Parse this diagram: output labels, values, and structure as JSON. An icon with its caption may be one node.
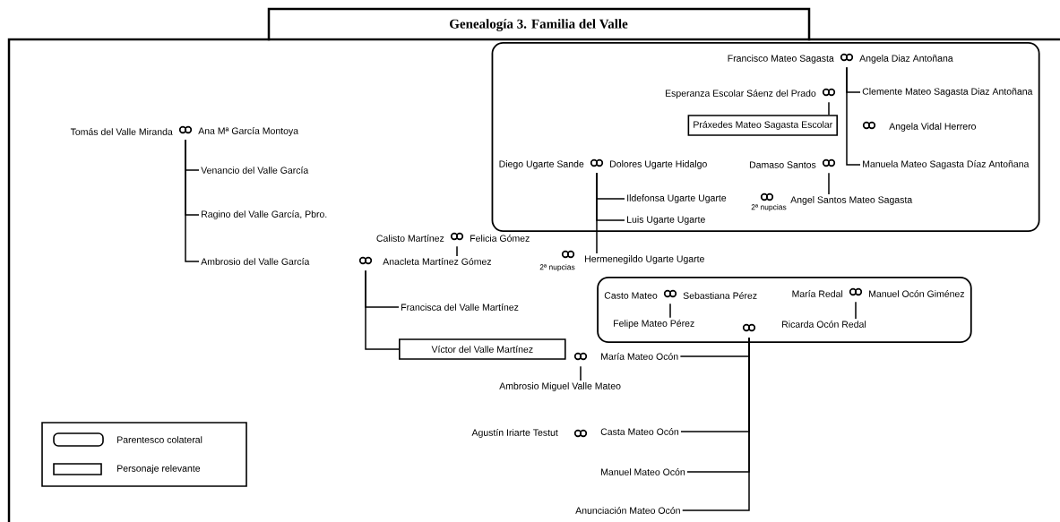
{
  "diagram": {
    "title": "Genealogía 3. Familia del Valle",
    "nodes": [
      {
        "text": [],
        "shape": "box"
      },
      {
        "text": [],
        "shape": "rings",
        "in": 0,
        "beside": [
          "Francisco Mateo Sagasta",
          "Angela Diaz Antoñana"
        ]
      },
      {
        "text": [
          "Clemente Mateo Sagasta Diaz Antoñana"
        ],
        "in": 0
      },
      {
        "text": [],
        "shape": "rings",
        "in": 0,
        "beside": [
          "Esperanza Escolar Sáenz del Prado"
        ]
      },
      {
        "text": [
          "Práxedes Mateo Sagasta Escolar"
        ],
        "in": 0
      },
      {
        "text": [],
        "shape": "rings",
        "in": 0,
        "beside": [
          "Diego Ugarte Sande",
          "Dolores Ugarte Hidalgo"
        ]
      },
      {
        "text": [],
        "shape": "rings",
        "in": 0,
        "beside": [
          "Damaso Santos"
        ]
      },
      {
        "text": [
          "Manuela Mateo Sagasta Díaz Antoñana"
        ],
        "in": 0
      },
      {
        "text": [
          "Ildefonsa Ugarte Ugarte"
        ],
        "in": 0
      },
      {
        "text": [
          "Angel Santos Mateo Sagasta"
        ],
        "in": 0
      },
      {
        "text": [
          "Luis Ugarte Ugarte"
        ],
        "in": 0
      },
      {
        "text": [],
        "shape": "rings",
        "beside": [
          "Tomás del Valle Miranda",
          "Ana Mª García Montoya"
        ]
      },
      {
        "text": [
          "Venancio del Valle García"
        ]
      },
      {
        "text": [
          "Ragino del Valle García, Pbro."
        ]
      },
      {
        "text": [],
        "shape": "rings",
        "beside": [
          "Calisto Martínez",
          "Felicia Gómez"
        ]
      },
      {
        "text": [
          "Ambrosio del Valle García"
        ]
      },
      {
        "text": [],
        "shape": "rings"
      },
      {
        "text": [
          "Anacleta Martínez Gómez"
        ]
      },
      {
        "text": [
          "Hermenegildo Ugarte Ugarte"
        ]
      },
      {
        "text": [
          "Francisca del Valle Martínez"
        ]
      },
      {
        "text": [],
        "shape": "box"
      },
      {
        "text": [],
        "shape": "rings",
        "in": 20,
        "beside": [
          "Casto Mateo",
          "Sebastiana Pérez"
        ]
      },
      {
        "text": [],
        "shape": "rings",
        "in": 20,
        "beside": [
          "María Redal",
          "Manuel Ocón Giménez"
        ]
      },
      {
        "text": [
          "Felipe Mateo Pérez"
        ],
        "in": 20
      },
      {
        "text": [],
        "shape": "rings",
        "in": 20
      },
      {
        "text": [
          "Ricarda Ocón Redal"
        ],
        "in": 20
      },
      {
        "text": [
          "Víctor del Valle Martínez"
        ]
      },
      {
        "text": [],
        "shape": "rings"
      },
      {
        "text": [
          "María Mateo Ocón"
        ]
      },
      {
        "text": [
          "Ambrosio Miguel Valle Mateo"
        ]
      },
      {
        "text": [
          "Casta Mateo Ocón"
        ]
      },
      {
        "text": [
          "Manuel Mateo Ocón"
        ]
      },
      {
        "text": [
          "Anunciación Mateo Ocón"
        ]
      }
    ],
    "edges": [
      {
        "from": 1,
        "to": 2,
        "arrow": "none"
      },
      {
        "from": 1,
        "to": 7,
        "arrow": "none"
      },
      {
        "from": 3,
        "to": 4,
        "arrow": "none"
      },
      {
        "from": 6,
        "to": 9,
        "arrow": "none"
      },
      {
        "from": 5,
        "to": 8,
        "arrow": "none"
      },
      {
        "from": 5,
        "to": 10,
        "arrow": "none"
      },
      {
        "from": 5,
        "to": 18,
        "arrow": "none"
      },
      {
        "from": 11,
        "to": 12,
        "arrow": "none"
      },
      {
        "from": 11,
        "to": 13,
        "arrow": "none"
      },
      {
        "from": 11,
        "to": 15,
        "arrow": "none"
      },
      {
        "from": 14,
        "to": 17,
        "arrow": "none"
      },
      {
        "from": 16,
        "to": 19,
        "arrow": "none"
      },
      {
        "from": 16,
        "to": 26,
        "arrow": "none"
      },
      {
        "from": 27,
        "to": 29,
        "arrow": "none"
      },
      {
        "from": 21,
        "to": 23,
        "arrow": "none"
      },
      {
        "from": 22,
        "to": 25,
        "arrow": "none"
      },
      {
        "from": 24,
        "to": 28,
        "arrow": "none"
      },
      {
        "from": 24,
        "to": 30,
        "arrow": "none"
      },
      {
        "from": 24,
        "to": 31,
        "arrow": "none"
      },
      {
        "from": 24,
        "to": 32,
        "arrow": "none"
      }
    ],
    "labels": [
      "Angela Vidal Herrero",
      "2ª nupcias",
      "2ª nupcias",
      "Agustín Iriarte Testut"
    ],
    "legend": [
      {
        "text": "Parentesco colateral"
      },
      {
        "text": "Personaje relevante"
      }
    ]
  }
}
